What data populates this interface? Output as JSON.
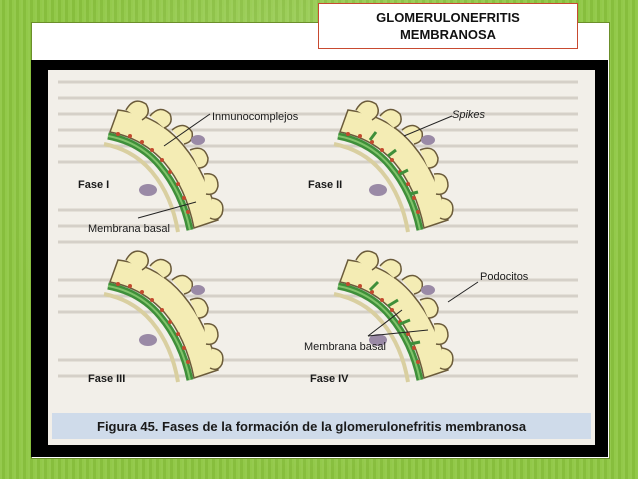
{
  "slide": {
    "title_line1": "GLOMERULONEFRITIS",
    "title_line2": "MEMBRANOSA"
  },
  "figure": {
    "caption": "Figura 45. Fases de la formación de la glomerulonefritis membranosa",
    "labels": {
      "inmunocomplejos": "Inmunocomplejos",
      "spikes": "Spikes",
      "fase1": "Fase I",
      "fase2": "Fase II",
      "fase3": "Fase III",
      "fase4": "Fase IV",
      "membrana_basal_1": "Membrana basal",
      "membrana_basal_2": "Membrana basal",
      "podocitos": "Podocitos"
    },
    "colors": {
      "membrane": "#3f8f3a",
      "podocyte": "#f4ecb4",
      "podocyte_outline": "#6b5b3a",
      "deposit": "#c24a2e",
      "nucleus": "#9a8aa6",
      "caption_bg": "#cfdbea"
    }
  }
}
